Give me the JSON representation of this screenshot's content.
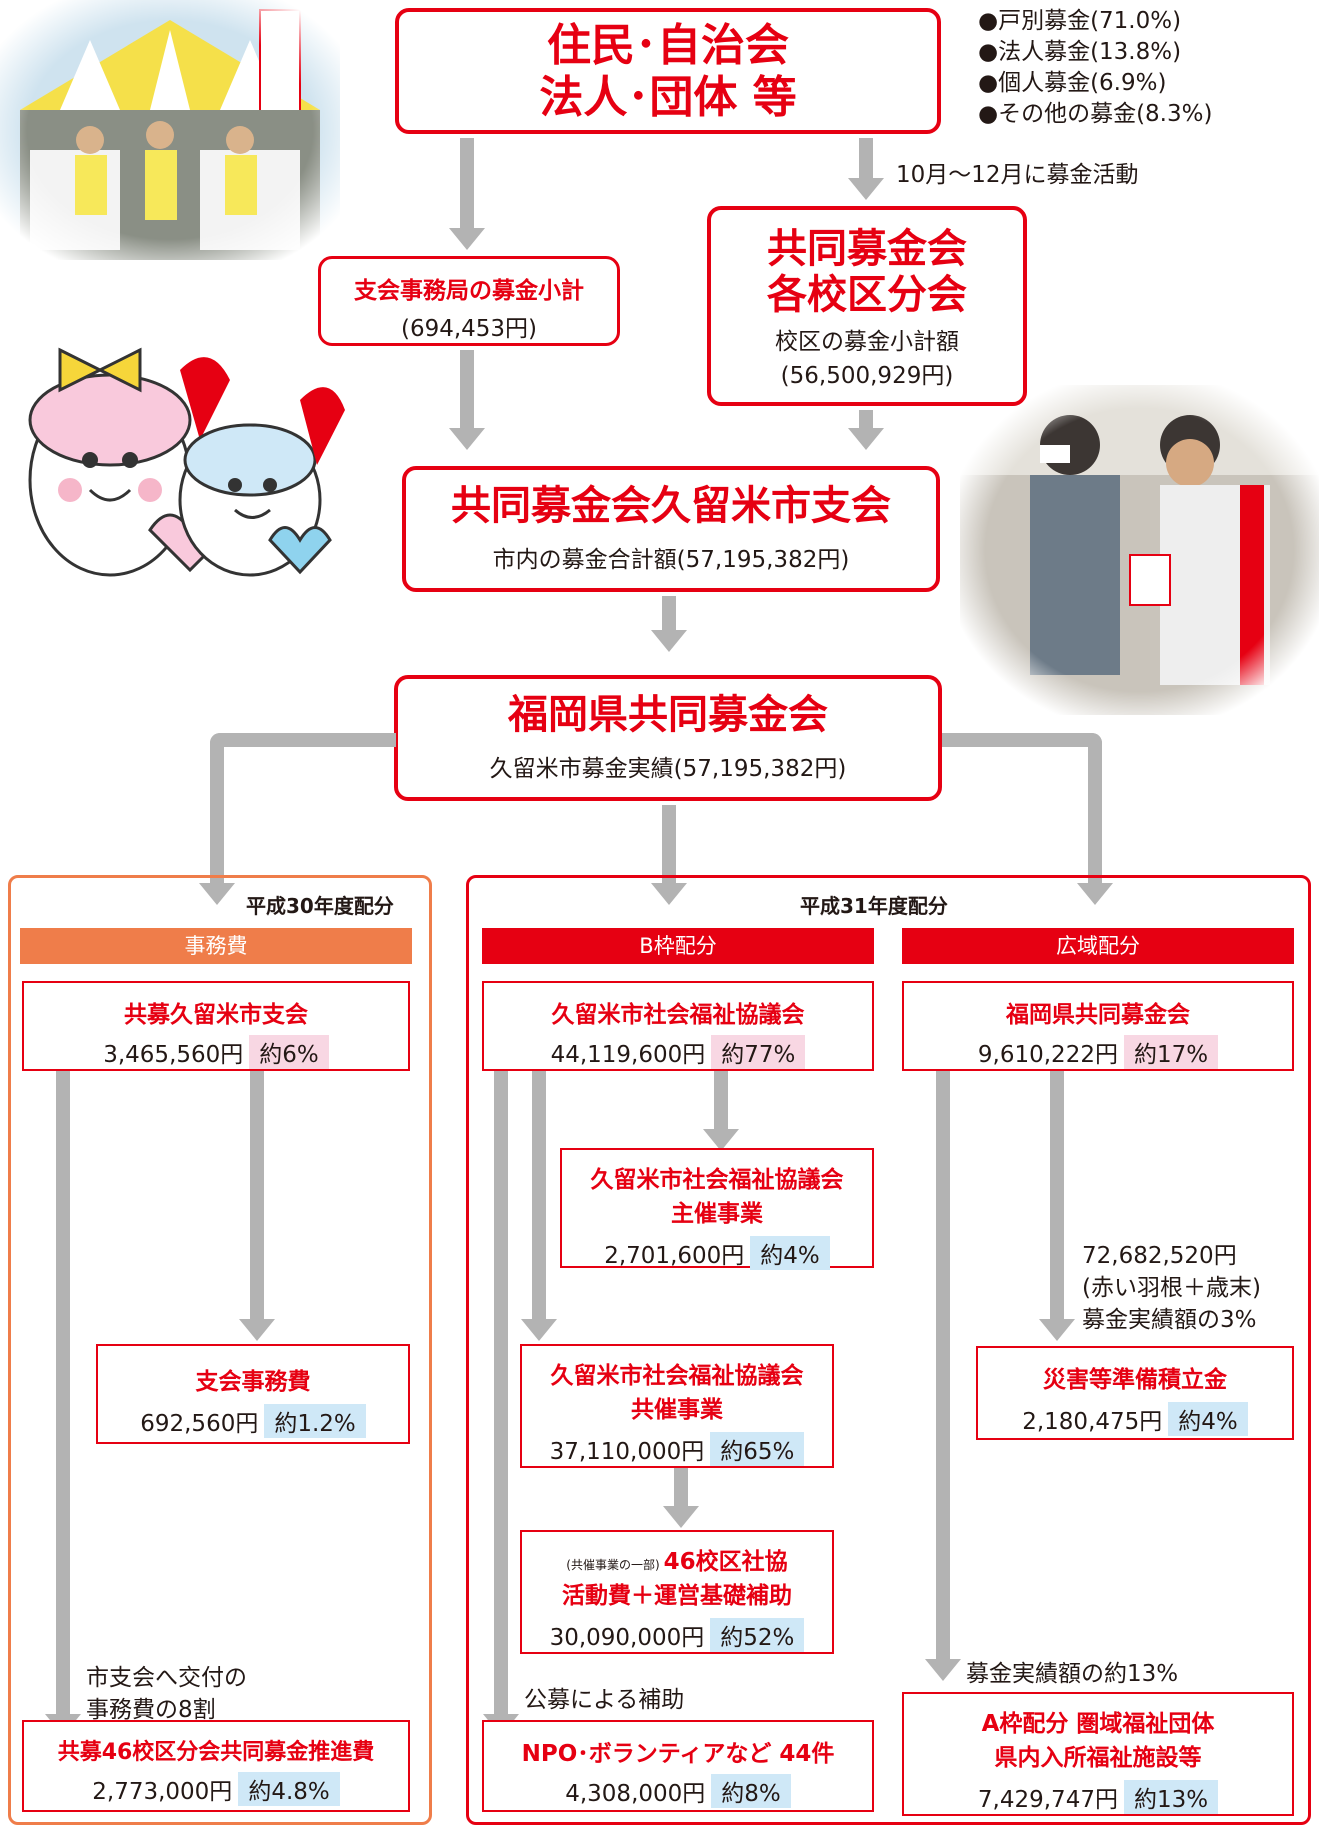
{
  "top": {
    "line1": "住民･自治会",
    "line2": "法人･団体 等"
  },
  "breakdown": [
    "●戸別募金(71.0%)",
    "●法人募金(13.8%)",
    "●個人募金(6.9%)",
    "●その他の募金(8.3%)"
  ],
  "period_note": "10月～12月に募金活動",
  "branch_office": {
    "title": "支会事務局の募金小計",
    "amount": "(694,453円)"
  },
  "school_district": {
    "title1": "共同募金会",
    "title2": "各校区分会",
    "sub": "校区の募金小計額",
    "amount": "(56,500,929円)"
  },
  "kurume": {
    "title": "共同募金会久留米市支会",
    "sub": "市内の募金合計額(57,195,382円)"
  },
  "fukuoka": {
    "title": "福岡県共同募金会",
    "sub": "久留米市募金実績(57,195,382円)"
  },
  "year30_label": "平成30年度配分",
  "year31_label": "平成31年度配分",
  "col1": {
    "header": "事務費",
    "top_title": "共募久留米市支会",
    "top_amount": "3,465,560円",
    "top_pct": "約6%",
    "mid_title": "支会事務費",
    "mid_amount": "692,560円",
    "mid_pct": "約1.2%",
    "note_line1": "市支会へ交付の",
    "note_line2": "事務費の8割",
    "bottom_title": "共募46校区分会共同募金推進費",
    "bottom_amount": "2,773,000円",
    "bottom_pct": "約4.8%"
  },
  "col2": {
    "header": "B枠配分",
    "top_title": "久留米市社会福祉協議会",
    "top_amount": "44,119,600円",
    "top_pct": "約77%",
    "host_title1": "久留米市社会福祉協議会",
    "host_title2": "主催事業",
    "host_amount": "2,701,600円",
    "host_pct": "約4%",
    "co_title1": "久留米市社会福祉協議会",
    "co_title2": "共催事業",
    "co_amount": "37,110,000円",
    "co_pct": "約65%",
    "part_prefix": "(共催事業の一部)",
    "part_title1": "46校区社協",
    "part_title2": "活動費＋運営基礎補助",
    "part_amount": "30,090,000円",
    "part_pct": "約52%",
    "note": "公募による補助",
    "bottom_title": "NPO･ボランティアなど 44件",
    "bottom_amount": "4,308,000円",
    "bottom_pct": "約8%"
  },
  "col3": {
    "header": "広域配分",
    "top_title": "福岡県共同募金会",
    "top_amount": "9,610,222円",
    "top_pct": "約17%",
    "note1": "72,682,520円",
    "note2": "(赤い羽根＋歳末)",
    "note3": "募金実績額の3%",
    "disaster_title": "災害等準備積立金",
    "disaster_amount": "2,180,475円",
    "disaster_pct": "約4%",
    "note_bottom": "募金実績額の約13%",
    "bottom_title1": "A枠配分 圏域福祉団体",
    "bottom_title2": "県内入所福祉施設等",
    "bottom_amount": "7,429,747円",
    "bottom_pct": "約13%"
  }
}
